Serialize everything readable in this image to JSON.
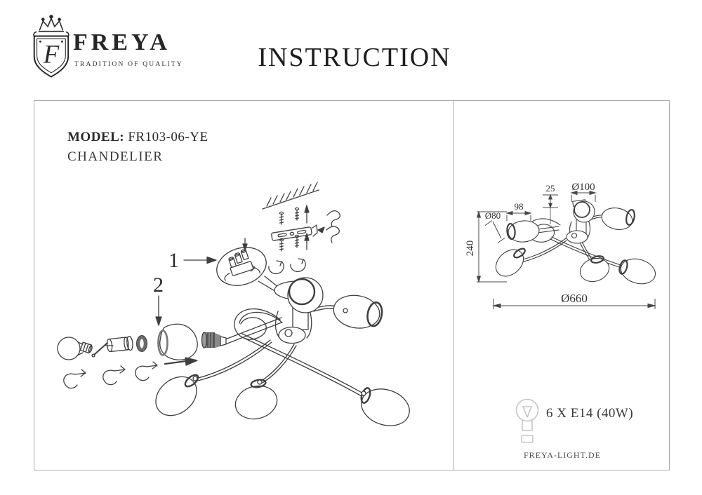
{
  "colors": {
    "line": "#3f3f3f",
    "panel_border": "#a9a9a9",
    "text": "#1f1f1f",
    "muted": "#4f4f4f",
    "light_icon": "#c6c6c6"
  },
  "header": {
    "logo": {
      "monogram": "F",
      "brand": "FREYA",
      "tagline": "TRADITION OF QUALITY"
    },
    "title": "INSTRUCTION"
  },
  "left_panel": {
    "model_label": "MODEL:",
    "model_value": " FR103-06-YE",
    "product_type": "CHANDELIER",
    "callouts": {
      "part1": "1",
      "part2": "2"
    }
  },
  "right_panel": {
    "dimensions": {
      "shade_top_diameter": "Ø100",
      "canopy_offset": "25",
      "shade_length": "98",
      "shade_diameter": "Ø80",
      "height": "240",
      "total_diameter": "Ø660"
    },
    "bulb_spec": "6 X E14 (40W)",
    "website": "FREYA-LIGHT.DE"
  }
}
